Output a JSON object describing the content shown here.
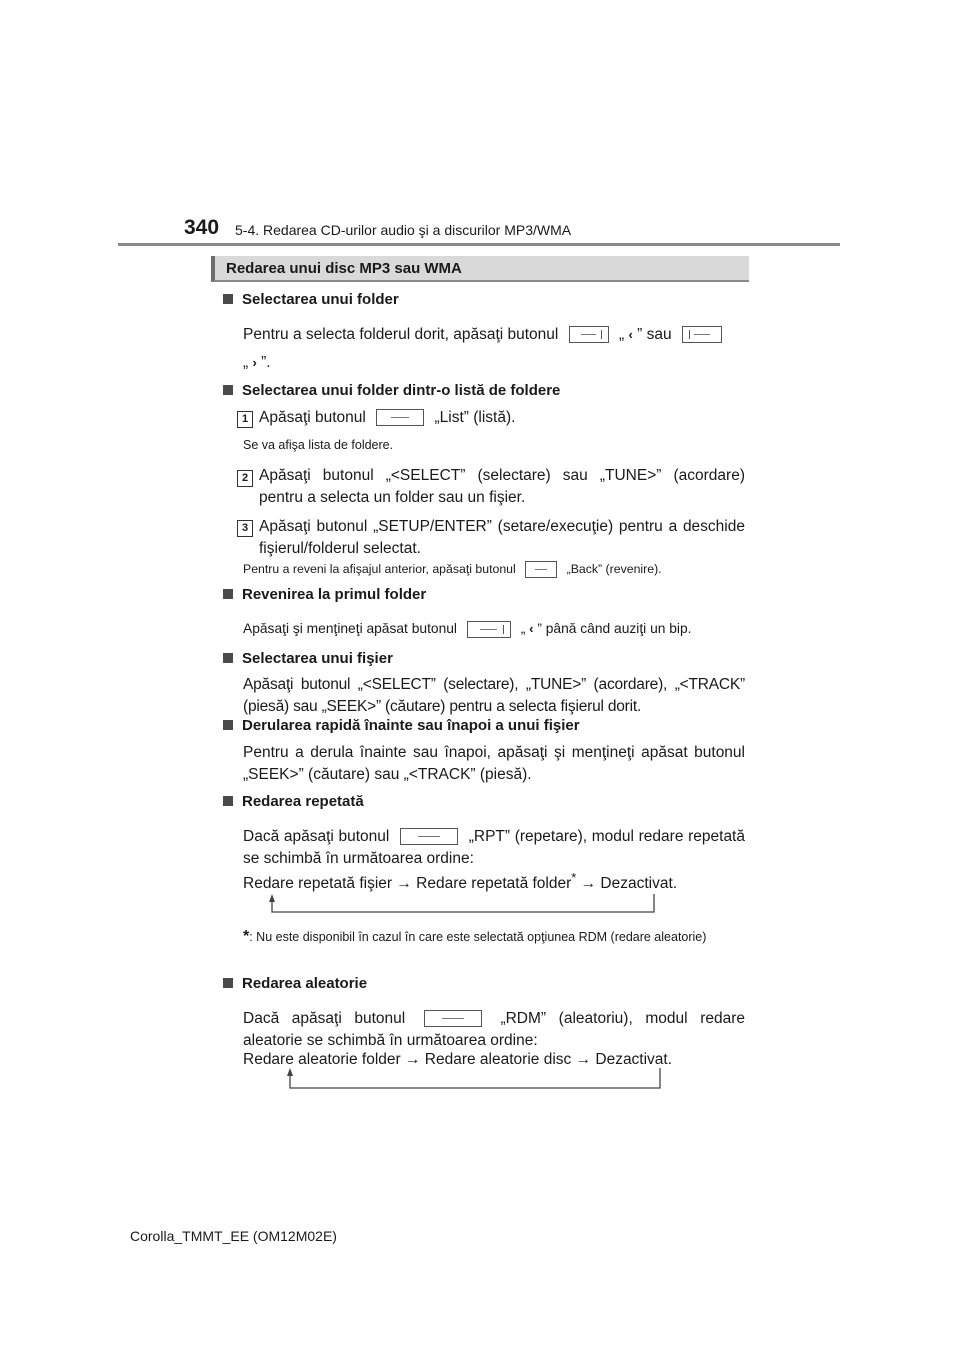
{
  "header": {
    "page_number": "340",
    "chapter_title": "5-4. Redarea CD-urilor audio şi a discurilor MP3/WMA"
  },
  "section_title": "Redarea unui disc MP3 sau WMA",
  "select_folder": {
    "heading": "Selectarea unui folder",
    "text_a": "Pentru a selecta folderul dorit, apăsaţi butonul",
    "quote_open": "„",
    "quote_close": "” sau",
    "line2_open": "„",
    "line2_close": "”."
  },
  "list_select": {
    "heading": "Selectarea unui folder dintr-o listă de foldere",
    "step1_num": "1",
    "step1_a": "Apăsaţi butonul",
    "step1_b": "„List” (listă).",
    "step1_note": "Se va afişa lista de foldere.",
    "step2_num": "2",
    "step2_text": "Apăsaţi butonul „<SELECT” (selectare) sau „TUNE>” (acordare) pentru a selecta un folder sau un fişier.",
    "step3_num": "3",
    "step3_text": "Apăsaţi butonul „SETUP/ENTER” (setare/execuţie) pentru a deschide fişierul/folderul selectat.",
    "back_note_a": "Pentru a reveni la afişajul anterior, apăsaţi butonul",
    "back_note_b": "„Back” (revenire)."
  },
  "first_folder": {
    "heading": "Revenirea la primul folder",
    "text_a": "Apăsaţi şi menţineţi apăsat butonul",
    "text_b": "„",
    "text_c": "” până când auziţi un bip."
  },
  "select_file": {
    "heading": "Selectarea unui fişier",
    "text": "Apăsaţi butonul „<SELECT” (selectare), „TUNE>” (acordare), „<TRACK” (piesă) sau „SEEK>” (căutare) pentru a selecta fişierul dorit."
  },
  "fast_forward": {
    "heading": "Derularea rapidă înainte sau înapoi a unui fişier",
    "text": "Pentru a derula înainte sau înapoi, apăsaţi şi menţineţi apăsat butonul „SEEK>” (căutare) sau „<TRACK” (piesă)."
  },
  "repeat": {
    "heading": "Redarea repetată",
    "text_a": "Dacă apăsaţi butonul",
    "text_b": "„RPT” (repetare), modul redare repetată se schimbă în următoarea ordine:",
    "seq_a": "Redare repetată fişier → Redare repetată folder",
    "seq_star": "*",
    "seq_b": " → Dezactivat.",
    "footnote_star": "*",
    "footnote": ": Nu este disponibil în cazul în care este selectată opţiunea RDM (redare aleatorie)"
  },
  "random": {
    "heading": "Redarea aleatorie",
    "text_a": "Dacă apăsaţi butonul",
    "text_b": "„RDM” (aleatoriu), modul redare aleatorie se schimbă în următoarea ordine:",
    "seq": "Redare aleatorie folder → Redare aleatorie disc → Dezactivat."
  },
  "footer": {
    "model": "Corolla_TMMT_EE (OM12M02E)"
  }
}
